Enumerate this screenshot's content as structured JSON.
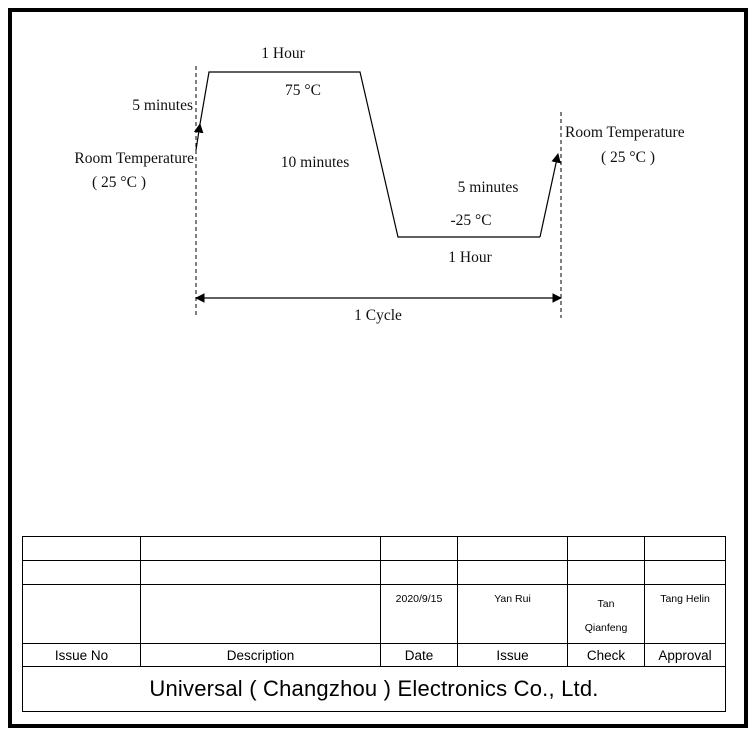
{
  "diagram": {
    "labels": {
      "high_duration": "1 Hour",
      "high_temp": "75 °C",
      "ramp_up_left": "5 minutes",
      "room_temp_left_1": "Room Temperature",
      "room_temp_left_2": "( 25 °C )",
      "ramp_down": "10 minutes",
      "ramp_up_right": "5 minutes",
      "low_temp": "-25 °C",
      "low_duration": "1 Hour",
      "room_temp_right_1": "Room Temperature",
      "room_temp_right_2": "( 25 °C )",
      "cycle": "1 Cycle"
    }
  },
  "title_block": {
    "headers": {
      "issue_no": "Issue No",
      "description": "Description",
      "date": "Date",
      "issue": "Issue",
      "check": "Check",
      "approval": "Approval"
    },
    "record": {
      "date": "2020/9/15",
      "issue": "Yan Rui",
      "check": "Tan Qianfeng",
      "approval": "Tang Helin"
    }
  },
  "footer": {
    "company": "Universal ( Changzhou ) Electronics Co., Ltd."
  }
}
